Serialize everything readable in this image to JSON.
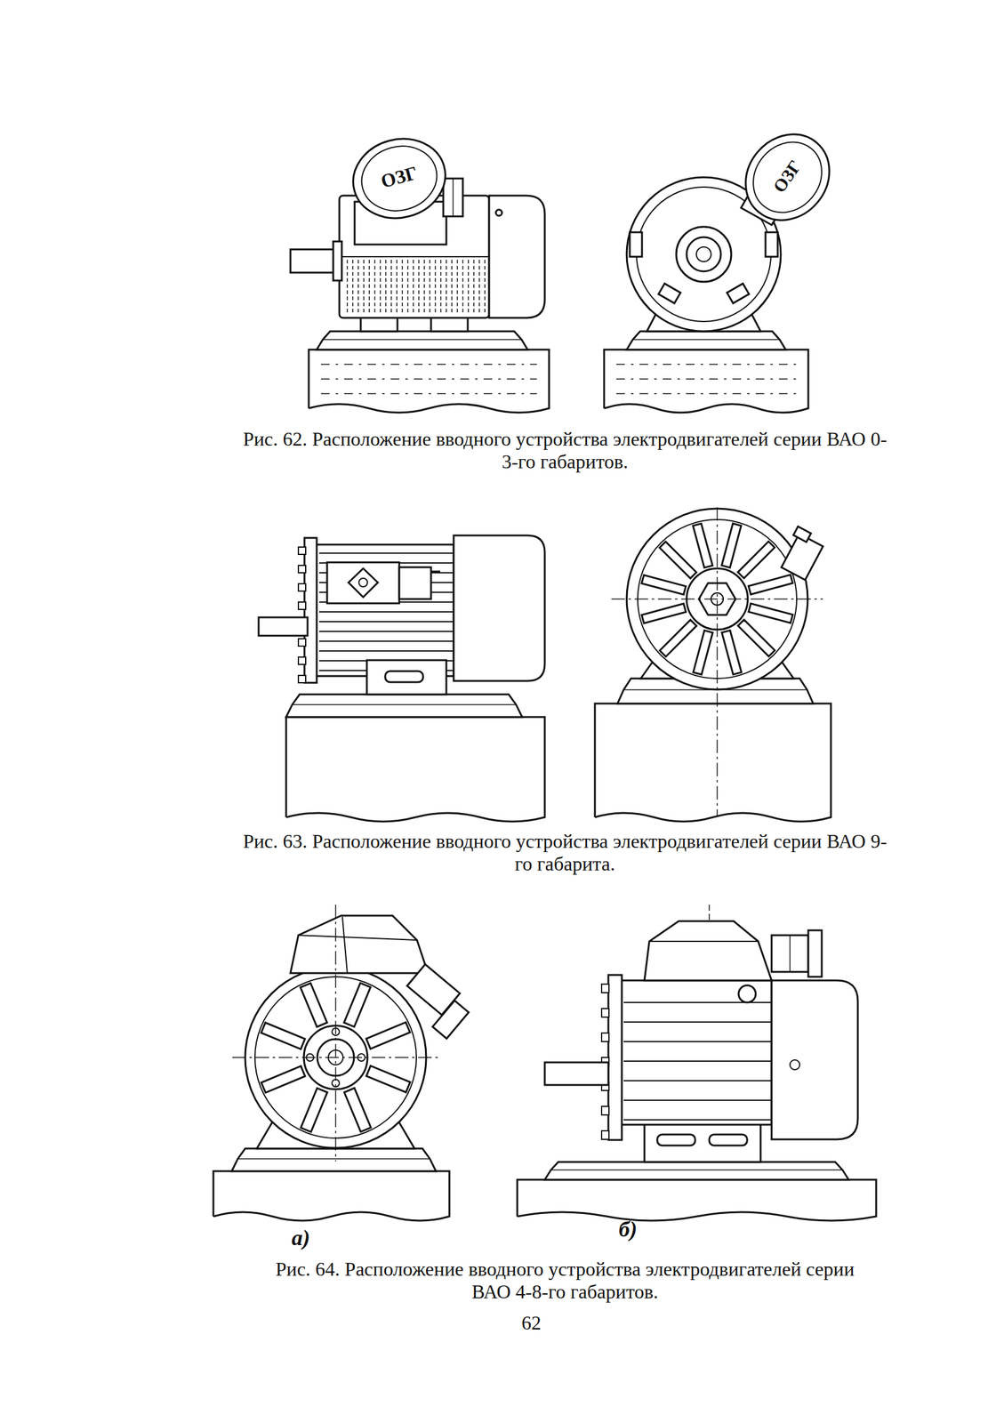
{
  "diagram": {
    "labels": [
      "ОЗГ",
      "ОЗГ",
      "Рис. 62. Расположение вводного устройства электродвигателей серии ВАО 0-3-го габаритов.",
      "Рис. 63. Расположение вводного устройства электродвигателей серии ВАО 9-го габарита.",
      "а)",
      "б)",
      "Рис. 64. Расположение вводного устройства электродвигателей серии ВАО 4-8-го габаритов.",
      "62"
    ]
  }
}
